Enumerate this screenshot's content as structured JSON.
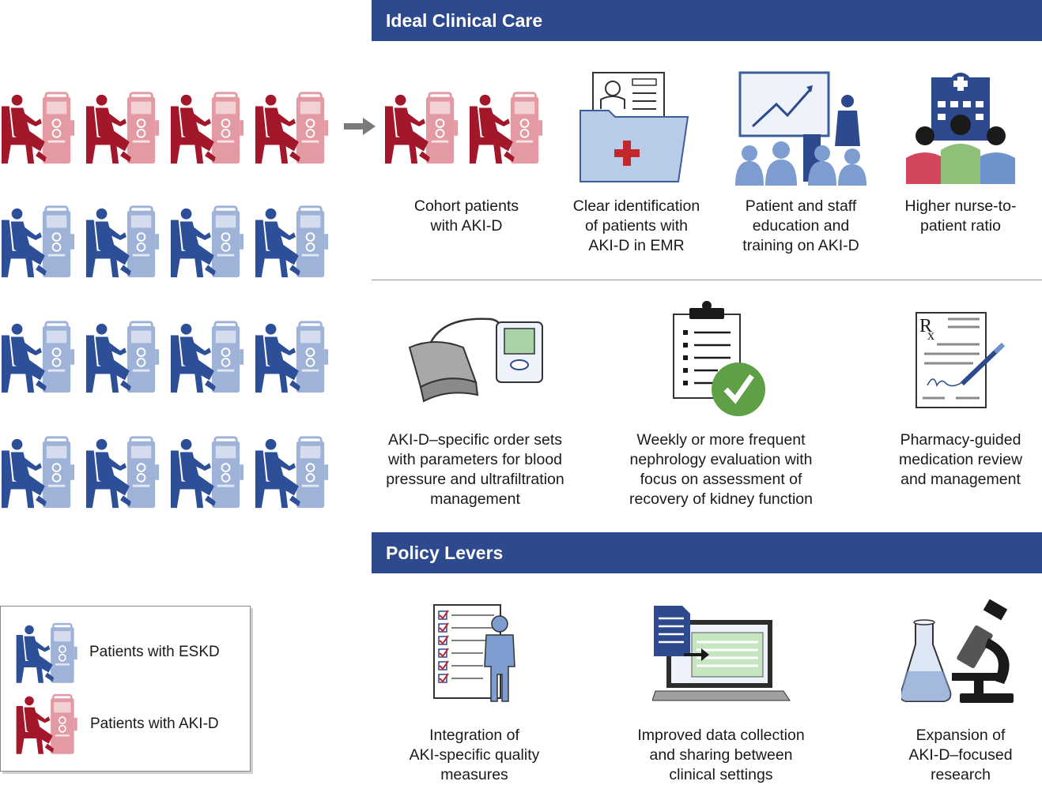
{
  "sections": {
    "ideal_care_title": "Ideal Clinical Care",
    "policy_title": "Policy Levers"
  },
  "ideal_care": [
    {
      "icon": "dialysis-patient-icon",
      "lines": [
        "Cohort patients",
        "with AKI-D"
      ]
    },
    {
      "icon": "emr-folder-icon",
      "lines": [
        "Clear identification",
        "of patients with",
        "AKI-D in EMR"
      ]
    },
    {
      "icon": "presentation-icon",
      "lines": [
        "Patient and staff",
        "education and",
        "training on AKI-D"
      ]
    },
    {
      "icon": "hospital-staff-icon",
      "lines": [
        "Higher nurse-to-",
        "patient ratio"
      ]
    },
    {
      "icon": "blood-pressure-cuff-icon",
      "lines": [
        "AKI-D–specific order sets",
        "with parameters for blood",
        "pressure and ultrafiltration",
        "management"
      ]
    },
    {
      "icon": "clipboard-check-icon",
      "lines": [
        "Weekly or more frequent",
        "nephrology evaluation with",
        "focus on assessment of",
        "recovery of kidney function"
      ]
    },
    {
      "icon": "prescription-icon",
      "lines": [
        "Pharmacy-guided",
        "medication review",
        "and management"
      ]
    }
  ],
  "policy": [
    {
      "icon": "checklist-person-icon",
      "lines": [
        "Integration of",
        "AKI-specific quality",
        "measures"
      ]
    },
    {
      "icon": "laptop-data-icon",
      "lines": [
        "Improved data collection",
        "and sharing between",
        "clinical settings"
      ]
    },
    {
      "icon": "lab-microscope-icon",
      "lines": [
        "Expansion of",
        "AKI-D–focused",
        "research"
      ]
    }
  ],
  "legend": {
    "eskd": "Patients with ESKD",
    "akid": "Patients with AKI-D"
  },
  "colors": {
    "header": "#2d4a8e",
    "akid_red": "#a3172b",
    "akid_machine": "#e39aa2",
    "eskd_blue": "#2c4f98",
    "eskd_machine": "#9fb2d8",
    "check_green": "#5f9f45"
  },
  "grid": {
    "rows": [
      "akid",
      "eskd",
      "eskd",
      "eskd"
    ],
    "per_row": 4,
    "cohort_count": 2
  }
}
